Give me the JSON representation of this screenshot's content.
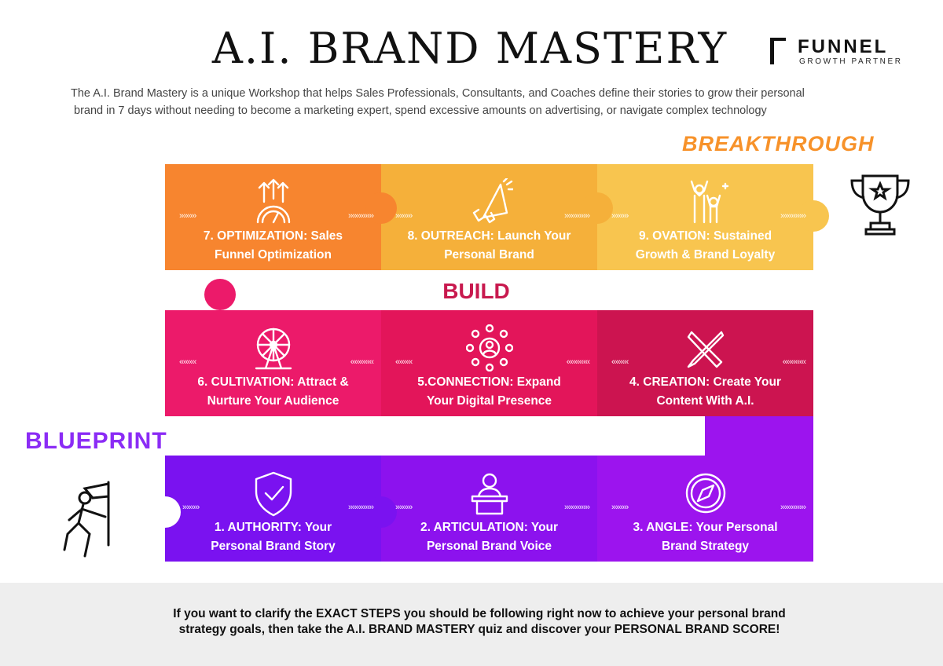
{
  "header": {
    "title": "A.I. BRAND MASTERY",
    "description": [
      "The A.I. Brand Mastery is a unique Workshop that helps Sales Professionals, Consultants, and Coaches define their stories to grow their personal",
      "brand in 7 days without needing to become a marketing expert, spend excessive amounts on advertising, or navigate complex technology"
    ]
  },
  "logo": {
    "name": "FUNNEL",
    "tagline": "GROWTH PARTNER"
  },
  "stages": {
    "breakthrough": "BREAKTHROUGH",
    "build": "BUILD",
    "blueprint": "BLUEPRINT"
  },
  "steps": [
    {
      "label": [
        "1. AUTHORITY: Your",
        "Personal Brand Story"
      ],
      "icon": "shield-check-icon",
      "color": "#7a12f0"
    },
    {
      "label": [
        "2. ARTICULATION: Your",
        "Personal Brand Voice"
      ],
      "icon": "speaker-podium-icon",
      "color": "#8c12ee"
    },
    {
      "label": [
        "3. ANGLE: Your Personal",
        "Brand Strategy"
      ],
      "icon": "compass-icon",
      "color": "#9c14ee"
    },
    {
      "label": [
        "4. CREATION: Create Your",
        "Content With A.I."
      ],
      "icon": "pen-brush-icon",
      "color": "#cc1450"
    },
    {
      "label": [
        "5.CONNECTION: Expand",
        "Your Digital Presence"
      ],
      "icon": "network-icon",
      "color": "#e3155a"
    },
    {
      "label": [
        "6. CULTIVATION: Attract &",
        "Nurture Your Audience"
      ],
      "icon": "ferris-wheel-icon",
      "color": "#ec1a6a"
    },
    {
      "label": [
        "7. OPTIMIZATION: Sales",
        "Funnel Optimization"
      ],
      "icon": "gear-arrows-icon",
      "color": "#f7852f"
    },
    {
      "label": [
        "8. OUTREACH: Launch Your",
        "Personal Brand"
      ],
      "icon": "megaphone-icon",
      "color": "#f5b03a"
    },
    {
      "label": [
        "9. OVATION: Sustained",
        "Growth & Brand Loyalty"
      ],
      "icon": "celebrating-people-icon",
      "color": "#f8c54f"
    }
  ],
  "footer": {
    "text": [
      "If you want to clarify the EXACT STEPS you should be following right now to achieve your personal brand",
      "strategy goals, then take the A.I. BRAND MASTERY quiz and discover your PERSONAL BRAND SCORE!"
    ]
  }
}
